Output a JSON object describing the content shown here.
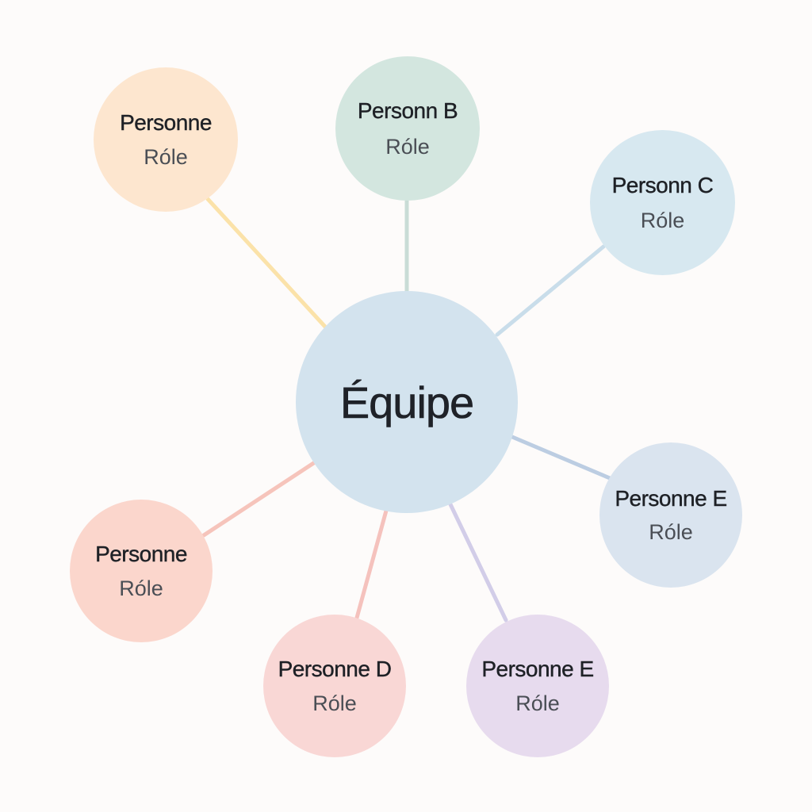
{
  "center": {
    "label": "Équipe",
    "color": "#d3e3ee"
  },
  "nodes": [
    {
      "id": "node-a",
      "name": "Personne",
      "role": "Róle",
      "color": "#fde6cf",
      "link_color": "#fbe2a9"
    },
    {
      "id": "node-b",
      "name": "Personn B",
      "role": "Róle",
      "color": "#d3e6df",
      "link_color": "#c9dcd6"
    },
    {
      "id": "node-c",
      "name": "Personn C",
      "role": "Róle",
      "color": "#d7e8f0",
      "link_color": "#c9ddea"
    },
    {
      "id": "node-e1",
      "name": "Personne E",
      "role": "Róle",
      "color": "#dae4ef",
      "link_color": "#bccde2"
    },
    {
      "id": "node-f",
      "name": "Personne",
      "role": "Róle",
      "color": "#fbd6cc",
      "link_color": "#f6c4bb"
    },
    {
      "id": "node-d",
      "name": "Personne D",
      "role": "Róle",
      "color": "#f9d7d5",
      "link_color": "#f5c2bd"
    },
    {
      "id": "node-e2",
      "name": "Personne E",
      "role": "Róle",
      "color": "#e7dbee",
      "link_color": "#d2cde8"
    }
  ]
}
